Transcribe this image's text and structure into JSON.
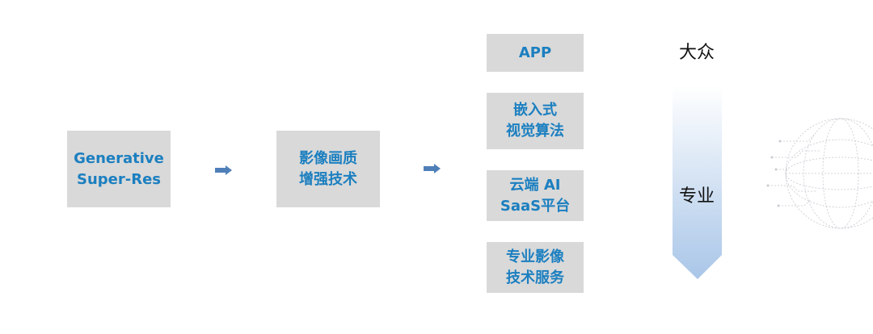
{
  "nodes": {
    "source": {
      "line1": "Generative",
      "line2": "Super-Res"
    },
    "tech": {
      "line1": "影像画质",
      "line2": "增强技术"
    },
    "outputs": [
      {
        "line1": "APP",
        "line2": ""
      },
      {
        "line1": "嵌入式",
        "line2": "视觉算法"
      },
      {
        "line1": "云端 AI",
        "line2": "SaaS平台"
      },
      {
        "line1": "专业影像",
        "line2": "技术服务"
      }
    ]
  },
  "scale": {
    "top_label": "大众",
    "mid_label": "专业"
  },
  "colors": {
    "box_bg": "#d9d9d9",
    "box_text": "#1b7fc0",
    "arrow": "#4f7fb8",
    "gradient_top": "#ffffff",
    "gradient_bottom": "#a9c6e8"
  }
}
